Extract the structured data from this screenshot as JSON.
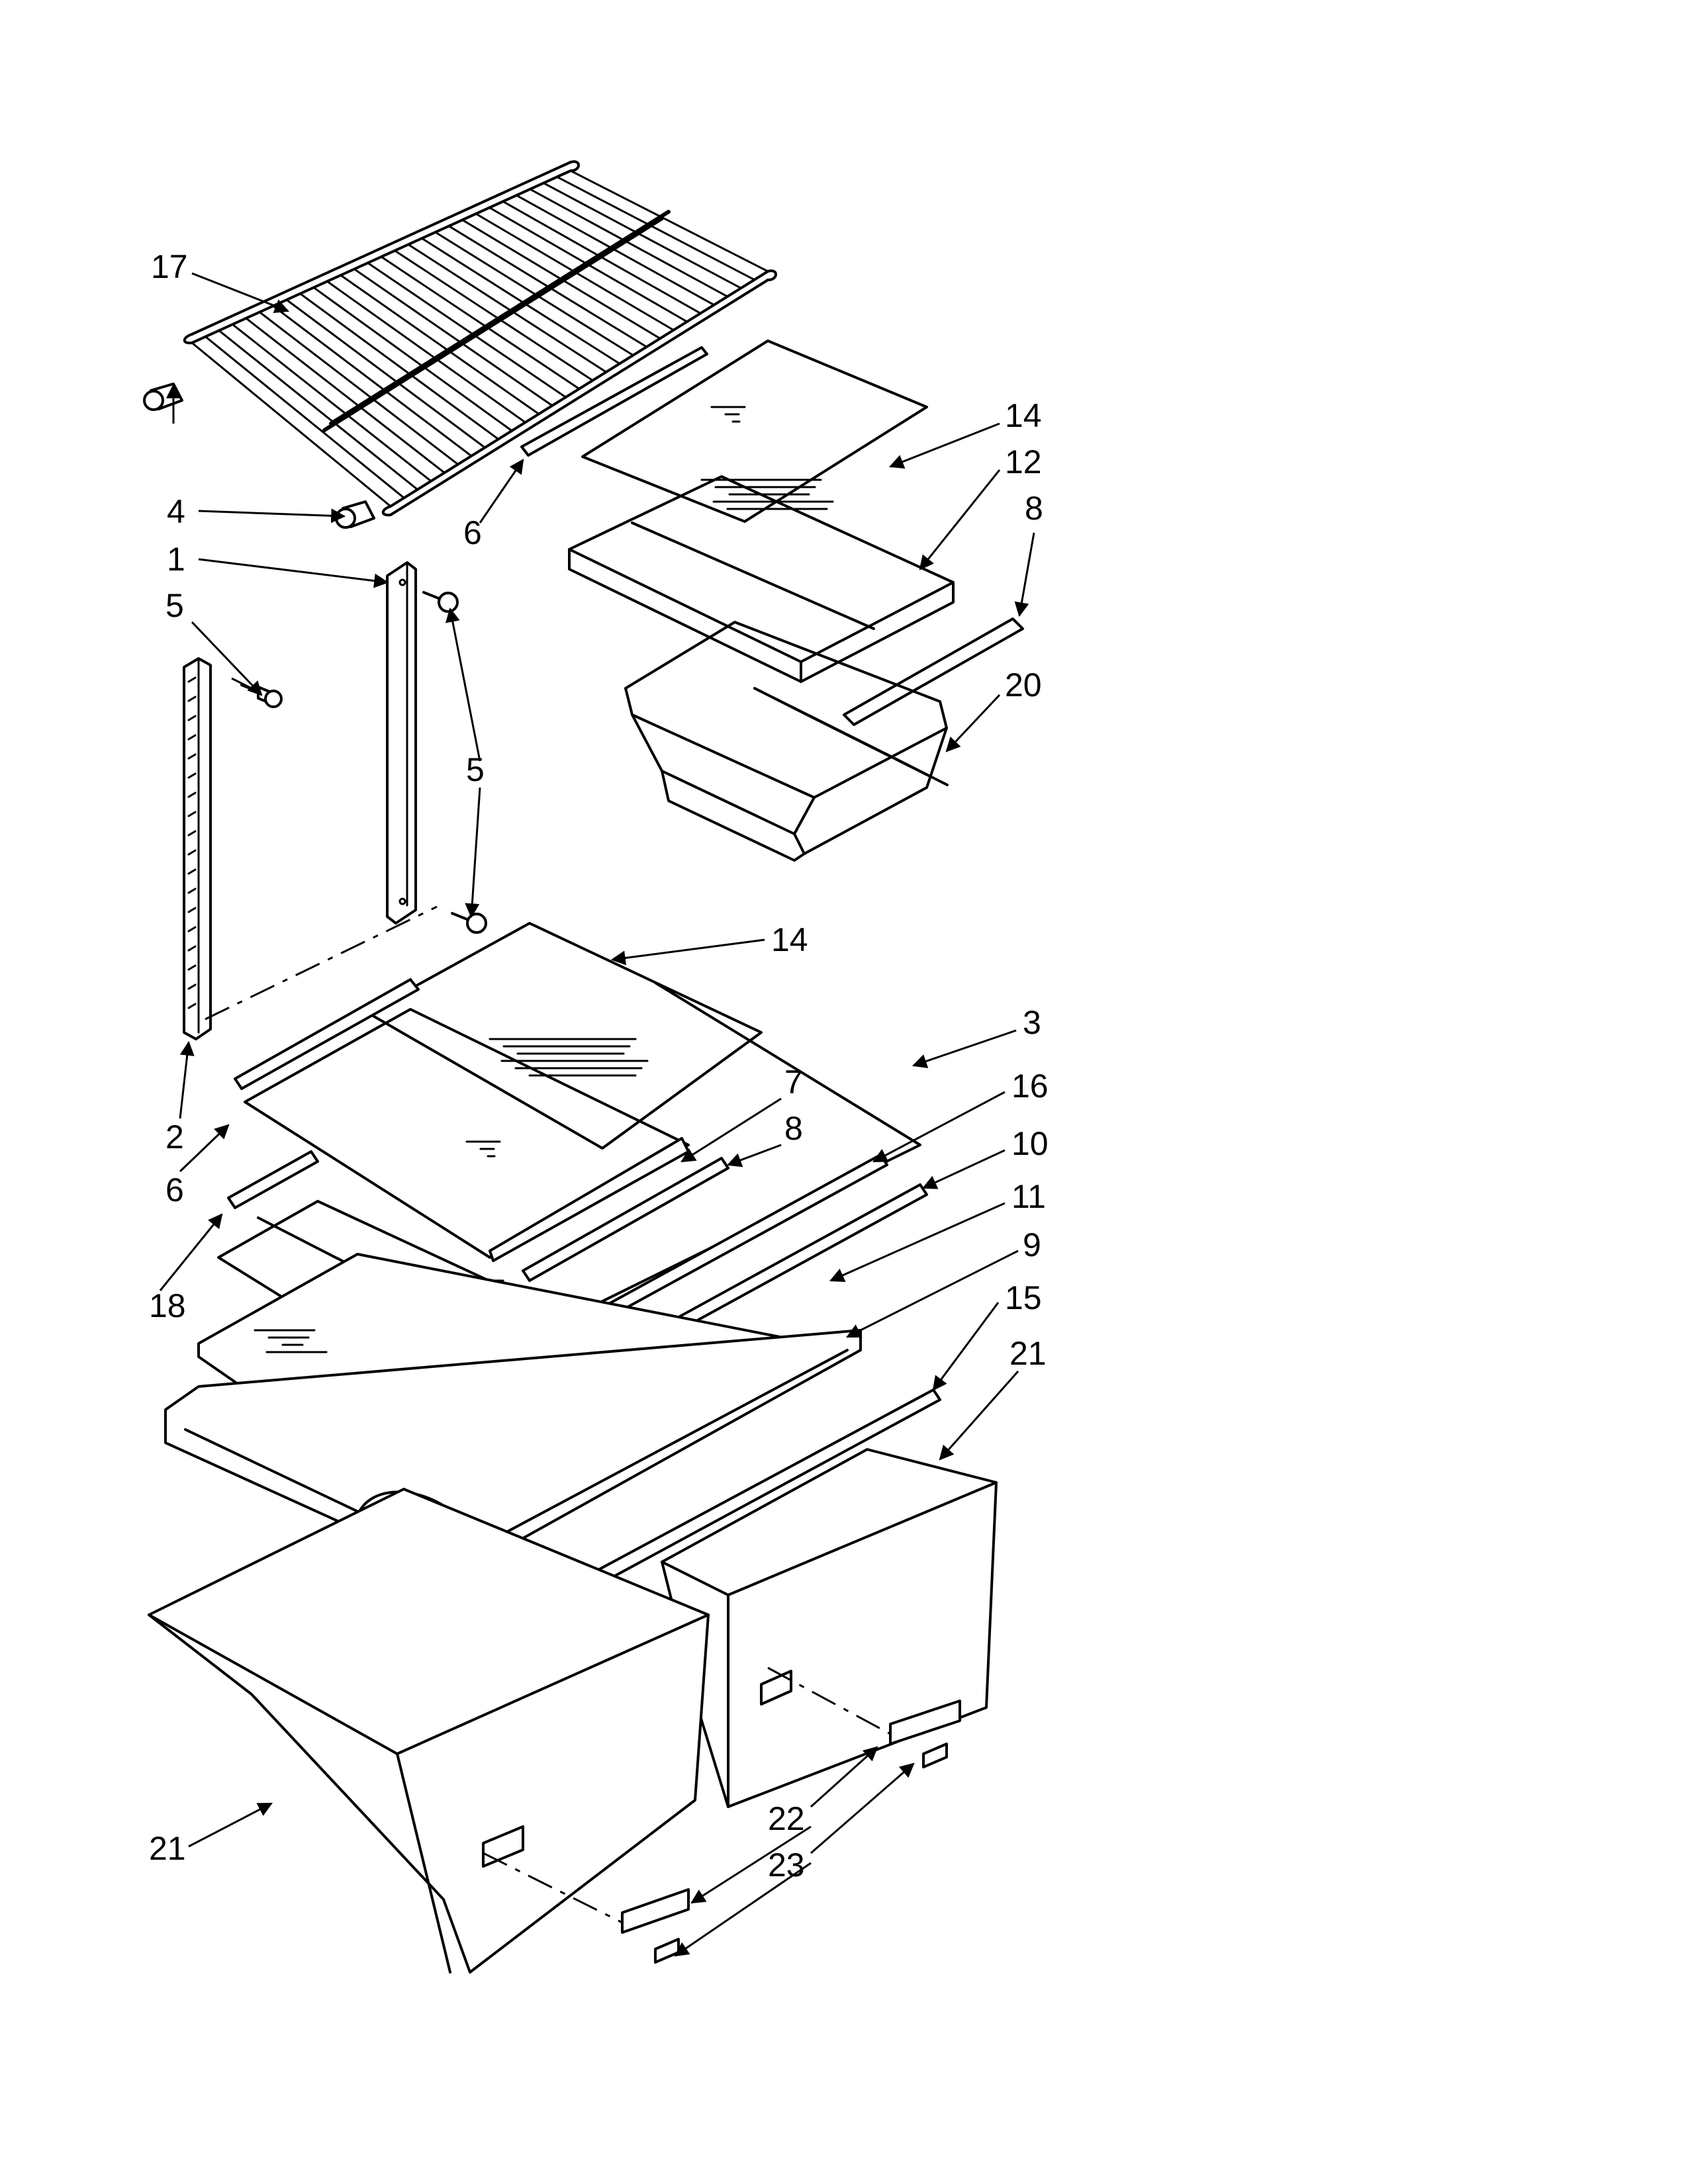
{
  "callouts": [
    {
      "id": "c17",
      "text": "17"
    },
    {
      "id": "c4",
      "text": "4"
    },
    {
      "id": "c1",
      "text": "1"
    },
    {
      "id": "c5a",
      "text": "5"
    },
    {
      "id": "c5b",
      "text": "5"
    },
    {
      "id": "c6a",
      "text": "6"
    },
    {
      "id": "c14a",
      "text": "14"
    },
    {
      "id": "c12",
      "text": "12"
    },
    {
      "id": "c8a",
      "text": "8"
    },
    {
      "id": "c20",
      "text": "20"
    },
    {
      "id": "c14b",
      "text": "14"
    },
    {
      "id": "c3",
      "text": "3"
    },
    {
      "id": "c7",
      "text": "7"
    },
    {
      "id": "c8b",
      "text": "8"
    },
    {
      "id": "c16",
      "text": "16"
    },
    {
      "id": "c10",
      "text": "10"
    },
    {
      "id": "c11",
      "text": "11"
    },
    {
      "id": "c9",
      "text": "9"
    },
    {
      "id": "c15",
      "text": "15"
    },
    {
      "id": "c21a",
      "text": "21"
    },
    {
      "id": "c2",
      "text": "2"
    },
    {
      "id": "c6b",
      "text": "6"
    },
    {
      "id": "c18",
      "text": "18"
    },
    {
      "id": "c21b",
      "text": "21"
    },
    {
      "id": "c22",
      "text": "22"
    },
    {
      "id": "c23",
      "text": "23"
    }
  ]
}
